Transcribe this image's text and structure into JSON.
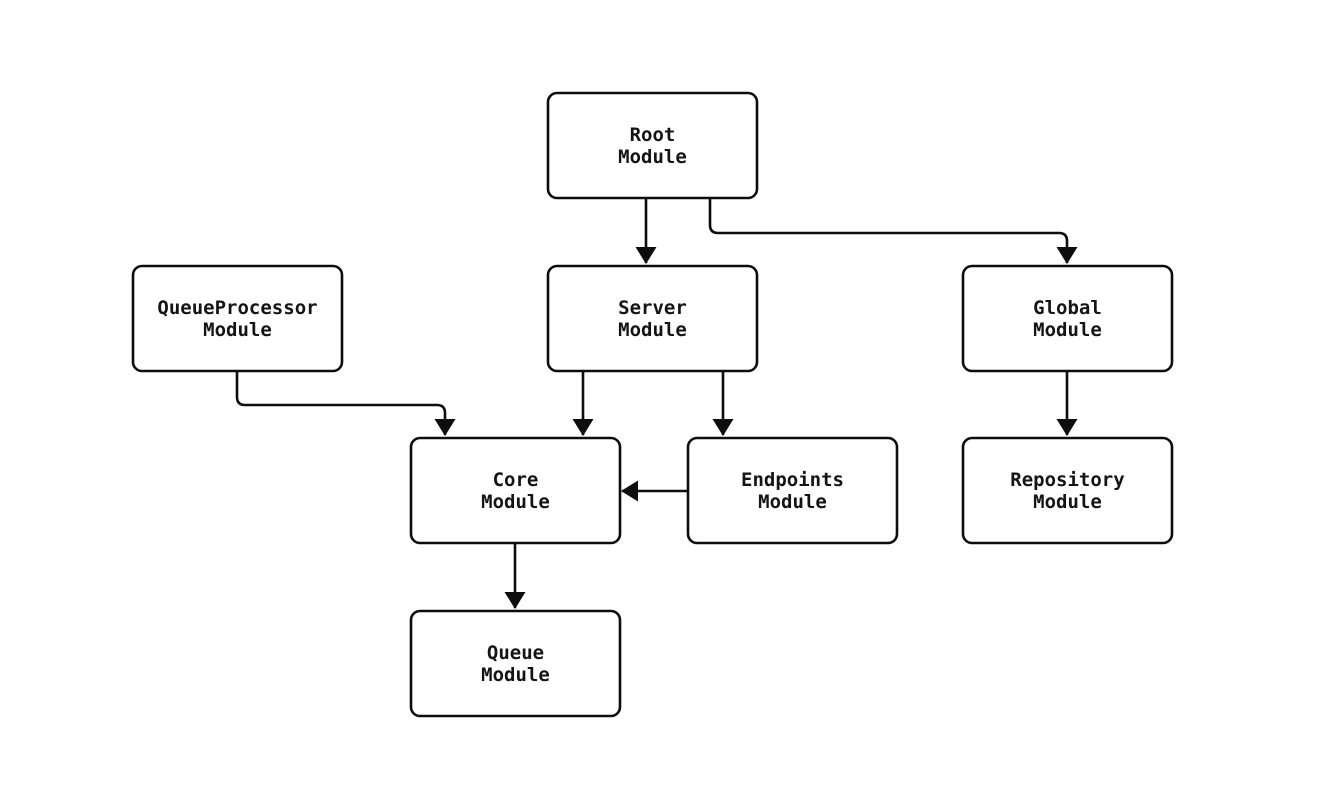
{
  "colors": {
    "background": "#ffffff",
    "node_fill": "#ffffff",
    "stroke": "#0d0d0d",
    "text": "#141414"
  },
  "diagram": {
    "nodes": [
      {
        "id": "root",
        "lines": [
          "Root",
          "Module"
        ]
      },
      {
        "id": "queueprocessor",
        "lines": [
          "QueueProcessor",
          "Module"
        ]
      },
      {
        "id": "server",
        "lines": [
          "Server",
          "Module"
        ]
      },
      {
        "id": "global",
        "lines": [
          "Global",
          "Module"
        ]
      },
      {
        "id": "core",
        "lines": [
          "Core",
          "Module"
        ]
      },
      {
        "id": "endpoints",
        "lines": [
          "Endpoints",
          "Module"
        ]
      },
      {
        "id": "repository",
        "lines": [
          "Repository",
          "Module"
        ]
      },
      {
        "id": "queue",
        "lines": [
          "Queue",
          "Module"
        ]
      }
    ],
    "edges": [
      {
        "from": "root",
        "to": "server"
      },
      {
        "from": "root",
        "to": "global"
      },
      {
        "from": "queueprocessor",
        "to": "core"
      },
      {
        "from": "server",
        "to": "core"
      },
      {
        "from": "server",
        "to": "endpoints"
      },
      {
        "from": "endpoints",
        "to": "core"
      },
      {
        "from": "global",
        "to": "repository"
      },
      {
        "from": "core",
        "to": "queue"
      }
    ]
  }
}
